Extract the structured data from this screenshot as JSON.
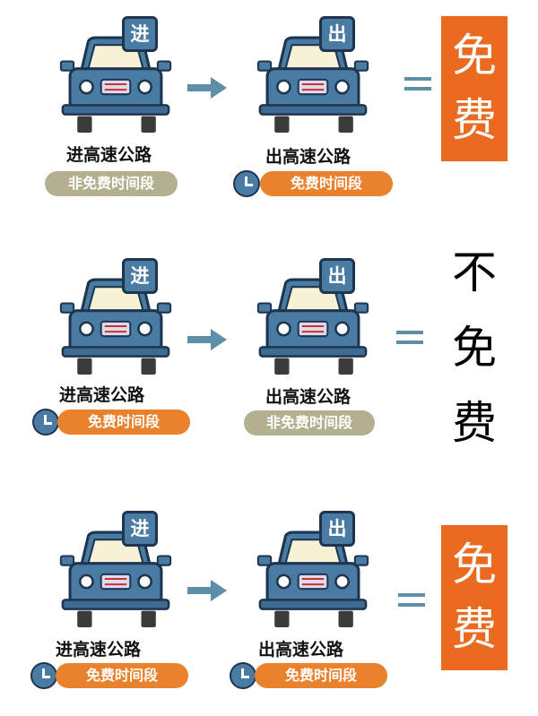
{
  "rows": [
    {
      "entry": {
        "badge": "进",
        "label": "进高速公路",
        "pill": "非免费时间段",
        "pill_type": "gray"
      },
      "exit": {
        "badge": "出",
        "label": "出高速公路",
        "pill": "免费时间段",
        "pill_type": "orange"
      },
      "result": {
        "style": "box",
        "chars": [
          "免",
          "费"
        ]
      }
    },
    {
      "entry": {
        "badge": "进",
        "label": "进高速公路",
        "pill": "免费时间段",
        "pill_type": "orange"
      },
      "exit": {
        "badge": "出",
        "label": "出高速公路",
        "pill": "非免费时间段",
        "pill_type": "gray"
      },
      "result": {
        "style": "text",
        "chars": [
          "不",
          "免",
          "费"
        ]
      }
    },
    {
      "entry": {
        "badge": "进",
        "label": "进高速公路",
        "pill": "免费时间段",
        "pill_type": "orange"
      },
      "exit": {
        "badge": "出",
        "label": "出高速公路",
        "pill": "免费时间段",
        "pill_type": "orange"
      },
      "result": {
        "style": "box",
        "chars": [
          "免",
          "费"
        ]
      }
    }
  ],
  "colors": {
    "car_body": "#4a7ba3",
    "outline": "#1e3550",
    "gray_pill": "#b2b08e",
    "orange_pill": "#e9812d",
    "result_box": "#ea6b20",
    "arrow": "#5e8fa8"
  }
}
